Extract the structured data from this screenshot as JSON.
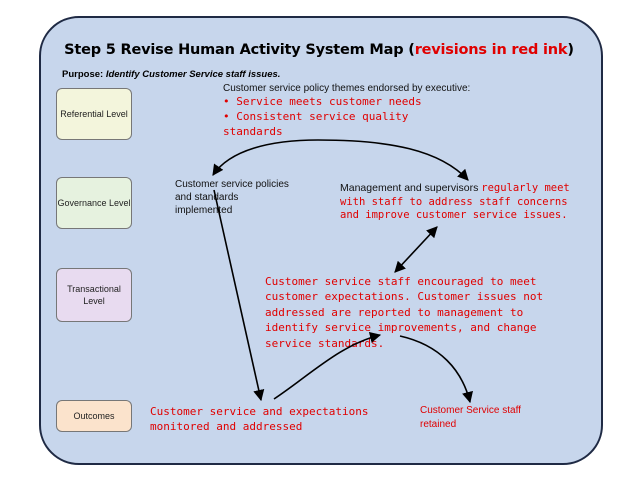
{
  "title": {
    "main": "Step 5 Revise Human Activity System Map (",
    "highlight": "revisions in red ink",
    "close": ")"
  },
  "purpose": {
    "label": "Purpose:",
    "text": " Identify Customer Service staff issues."
  },
  "levels": {
    "referential": "Referential Level",
    "governance": "Governance Level",
    "transactional": "Transactional Level",
    "outcomes": "Outcomes"
  },
  "policy": {
    "heading": "Customer service policy themes endorsed by executive:",
    "bullets": [
      "• Service meets customer needs",
      "• Consistent service quality standards"
    ]
  },
  "governance_left": "Customer service policies and standards implemented",
  "governance_right": {
    "black": "Management and supervisors ",
    "red": "regularly meet with staff to address staff concerns and improve customer service issues."
  },
  "transactional": "Customer service staff encouraged to meet customer expectations.  Customer issues not addressed are reported to management to identify service improvements, and change service standards.",
  "outcome_left": "Customer  service and expectations monitored and addressed",
  "outcome_right": "Customer Service staff retained",
  "colors": {
    "panel": "#c7d6ec",
    "revision_red": "#e00000",
    "referential": "#f3f5dc",
    "governance": "#e6f2df",
    "transactional": "#e8dbf0",
    "outcomes": "#fbe3cc"
  }
}
